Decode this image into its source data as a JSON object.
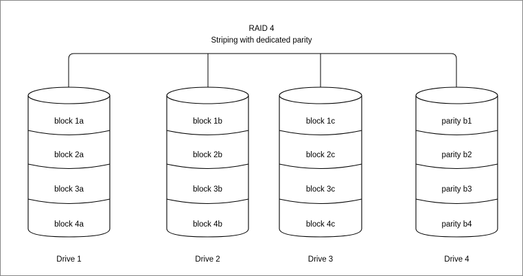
{
  "diagram": {
    "title": "RAID 4",
    "subtitle": "Striping with dedicated parity",
    "colors": {
      "stroke": "#000000",
      "background": "#ffffff",
      "frame": "#868686"
    },
    "drives": [
      {
        "name": "Drive 1",
        "blocks": [
          "block 1a",
          "block 2a",
          "block 3a",
          "block 4a"
        ]
      },
      {
        "name": "Drive 2",
        "blocks": [
          "block 1b",
          "block 2b",
          "block 3b",
          "block 4b"
        ]
      },
      {
        "name": "Drive 3",
        "blocks": [
          "block 1c",
          "block 2c",
          "block 3c",
          "block 4c"
        ]
      },
      {
        "name": "Drive 4",
        "blocks": [
          "parity b1",
          "parity b2",
          "parity b3",
          "parity b4"
        ]
      }
    ]
  }
}
